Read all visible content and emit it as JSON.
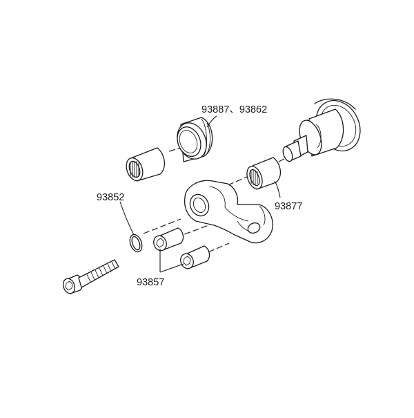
{
  "diagram": {
    "labels": {
      "housing_ring": "93887、93862",
      "needle_bearing_right": "93877",
      "o_ring": "93852",
      "cap_screws": "93857"
    }
  }
}
